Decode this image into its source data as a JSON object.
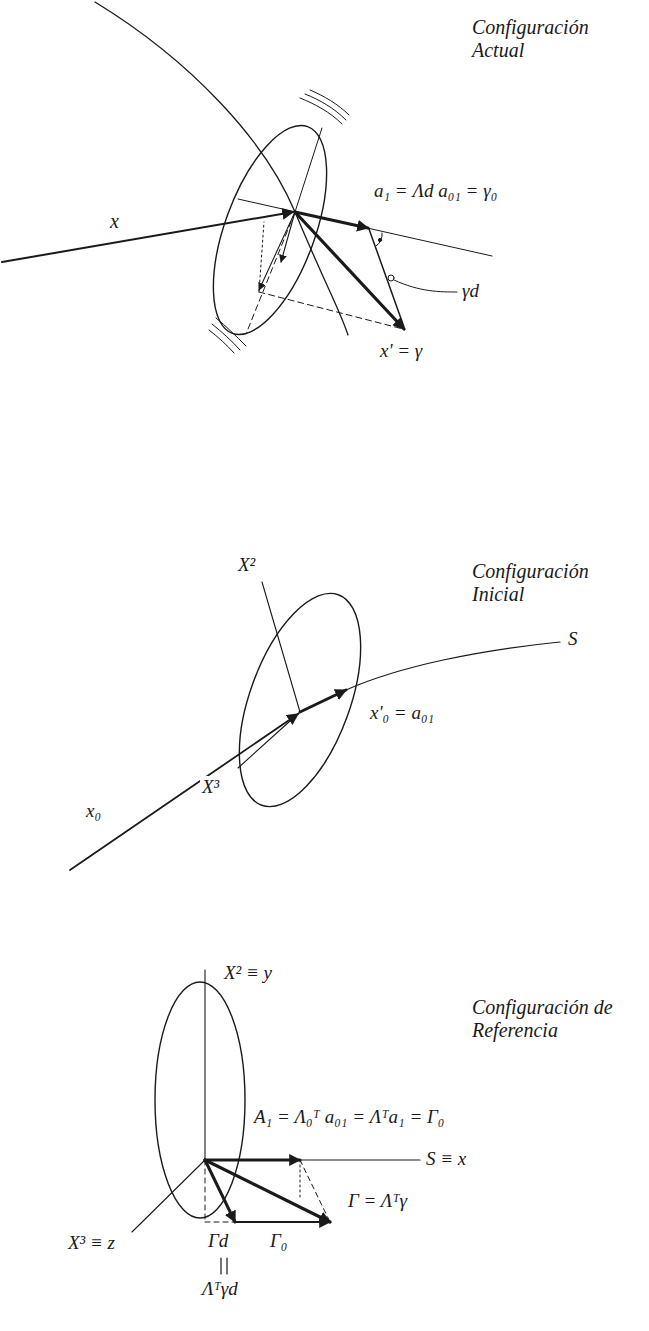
{
  "diagram": {
    "labels": [
      "Configuración Actual",
      "x",
      "a₁ = Λd a₀₁ = γ₀",
      "γd",
      "x' = γ",
      "Configuración Inicial",
      "X²",
      "S",
      "x'₀ = a₀₁",
      "x₀",
      "X³",
      "X² ≡ y",
      "Configuración de Referencia",
      "A₁ = Λ₀ᵀ a₀₁ = Λᵀa₁ = Γ₀",
      "S ≡ x",
      "Γ = Λᵀγ",
      "X³ ≡ z",
      "Γd",
      "Γ₀",
      "Λᵀγd"
    ]
  }
}
